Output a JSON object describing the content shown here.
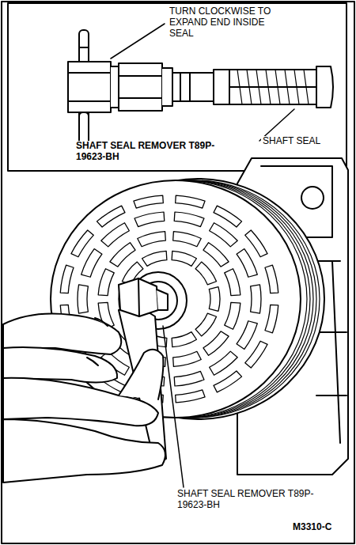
{
  "diagram": {
    "labels": [
      "TURN CLOCKWISE TO EXPAND END INSIDE SEAL",
      "SHAFT SEAL",
      "SHAFT SEAL REMOVER T89P-19623-BH",
      "SHAFT SEAL REMOVER T89P-19623-BH",
      "M3310-C"
    ]
  }
}
